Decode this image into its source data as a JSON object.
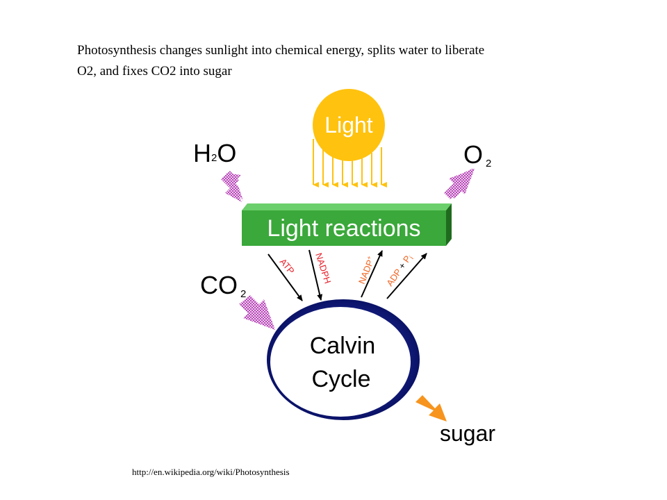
{
  "caption": {
    "line1": "Photosynthesis changes sunlight into chemical energy, splits water to liberate",
    "line2": "O2, and fixes CO2 into sugar"
  },
  "diagram": {
    "light": "Light",
    "h2o": {
      "main": "H",
      "sub": "2",
      "tail": "O"
    },
    "o2": {
      "main": "O",
      "sub": "2"
    },
    "light_reactions": "Light reactions",
    "co2": {
      "main": "CO",
      "sub": "2"
    },
    "atp": "ATP",
    "nadph": "NADPH",
    "nadp": {
      "main": "NADP",
      "sup": "+"
    },
    "adp": {
      "a": "ADP",
      "plus": " + ",
      "b": "P",
      "sub": "i"
    },
    "calvin_line1": "Calvin",
    "calvin_line2": "Cycle",
    "sugar": "sugar"
  },
  "source": "http://en.wikipedia.org/wiki/Photosynthesis",
  "colors": {
    "sun": "#ffc20e",
    "green": "#3aa83a",
    "green_dark": "#1e6b1e",
    "pink_arrow": "#c46bc4",
    "orange_arrow": "#f7941d",
    "ring": "#1d2bb5",
    "red_label": "#e8202a",
    "orange_label": "#f26522"
  }
}
